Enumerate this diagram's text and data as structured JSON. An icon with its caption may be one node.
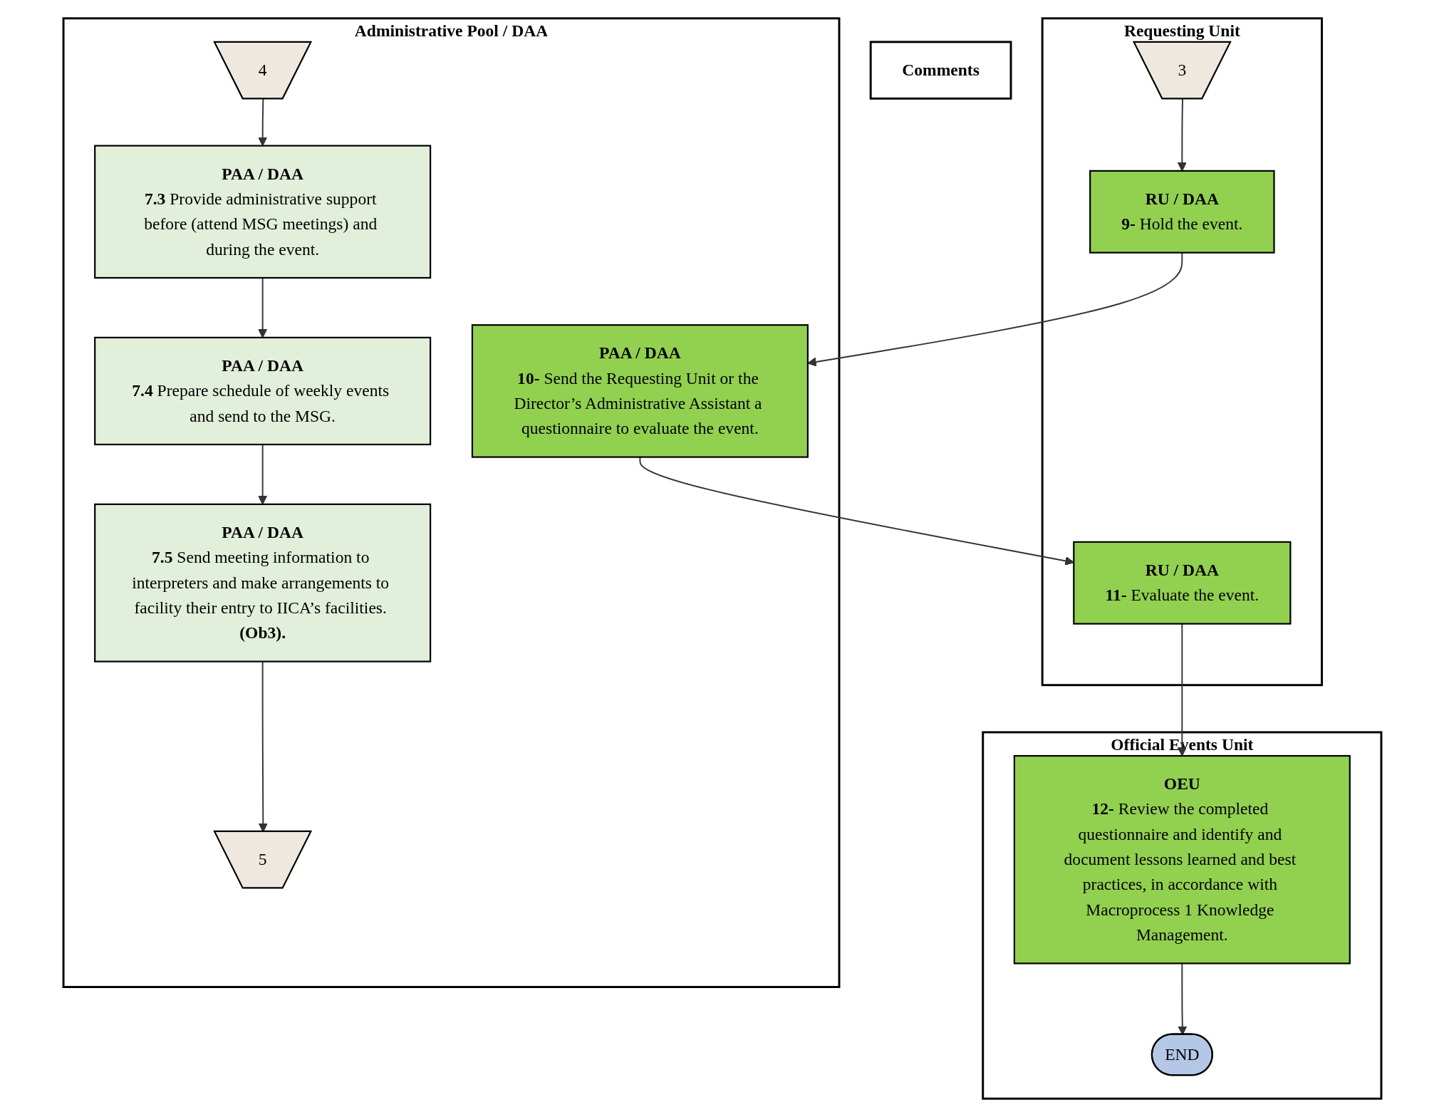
{
  "diagram": {
    "nodes": [
      {
        "text": [
          "Requesting Unit"
        ]
      },
      {
        "text": [
          "3"
        ],
        "in": 0
      },
      {
        "text": [
          "RU / DAA",
          "**9-** Hold the event."
        ],
        "in": 0
      },
      {
        "text": [
          "RU / DAA",
          "**11-** Evaluate the event."
        ],
        "in": 0
      },
      {
        "text": [
          "Official Events Unit"
        ]
      },
      {
        "text": [
          "OEU",
          "**12-** Review the completed questionnaire and identify and document lessons learned and best practices, in accordance with Macroprocess 1 Knowledge Management."
        ],
        "in": 4
      },
      {
        "text": [
          "END"
        ],
        "in": 4
      },
      {
        "text": [
          "Administrative Pool / DAA"
        ]
      },
      {
        "text": [
          "4"
        ],
        "in": 7
      },
      {
        "text": [
          "PAA / DAA",
          "**7.3** Provide administrative support before (attend MSG meetings) and during the event."
        ],
        "in": 7
      },
      {
        "text": [
          "PAA / DAA",
          "**7.4** Prepare schedule of weekly events and send to the MSG."
        ],
        "in": 7
      },
      {
        "text": [
          "PAA / DAA",
          "**7.5** Send meeting information to interpreters and make arrangements to facility their entry to IICA’s facilities. **(Ob3).**"
        ],
        "in": 7
      },
      {
        "text": [
          "5"
        ],
        "in": 7
      },
      {
        "text": [
          "PAA / DAA",
          "**10-** Send the Requesting Unit or the Director’s Administrative Assistant a questionnaire to evaluate the event."
        ],
        "in": 7
      },
      {
        "text": [
          "Comments"
        ]
      }
    ],
    "edges": [
      {
        "from": 1,
        "to": 2,
        "arrow": "to"
      },
      {
        "from": 2,
        "to": 13,
        "arrow": "to"
      },
      {
        "from": 13,
        "to": 3,
        "arrow": "to"
      },
      {
        "from": 3,
        "to": 5,
        "arrow": "to"
      },
      {
        "from": 5,
        "to": 6,
        "arrow": "to"
      },
      {
        "from": 8,
        "to": 9,
        "arrow": "to"
      },
      {
        "from": 9,
        "to": 10,
        "arrow": "to"
      },
      {
        "from": 10,
        "to": 11,
        "arrow": "to"
      },
      {
        "from": 11,
        "to": 12,
        "arrow": "to"
      }
    ]
  }
}
